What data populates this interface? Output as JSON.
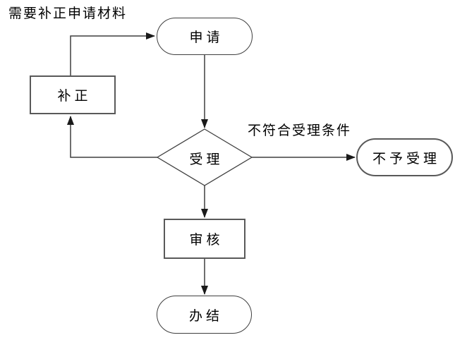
{
  "diagram": {
    "title_annotation": "需要补正申请材料",
    "nodes": {
      "apply": {
        "label": "申请",
        "shape": "stadium"
      },
      "supplement": {
        "label": "补正",
        "shape": "rect"
      },
      "accept": {
        "label": "受理",
        "shape": "diamond"
      },
      "reject": {
        "label": "不予受理",
        "shape": "stadium"
      },
      "review": {
        "label": "审核",
        "shape": "rect"
      },
      "complete": {
        "label": "办结",
        "shape": "stadium"
      }
    },
    "edges": [
      {
        "from": "apply",
        "to": "accept",
        "label": ""
      },
      {
        "from": "accept",
        "to": "reject",
        "label": "不符合受理条件"
      },
      {
        "from": "accept",
        "to": "review",
        "label": ""
      },
      {
        "from": "review",
        "to": "complete",
        "label": ""
      },
      {
        "from": "accept",
        "to": "supplement",
        "label": ""
      },
      {
        "from": "supplement",
        "to": "apply",
        "label": ""
      }
    ],
    "colors": {
      "line": "#3f3f3f",
      "shape_border": "#595959",
      "arrow": "#1a1a1a",
      "background": "#ffffff",
      "text": "#000000"
    }
  }
}
